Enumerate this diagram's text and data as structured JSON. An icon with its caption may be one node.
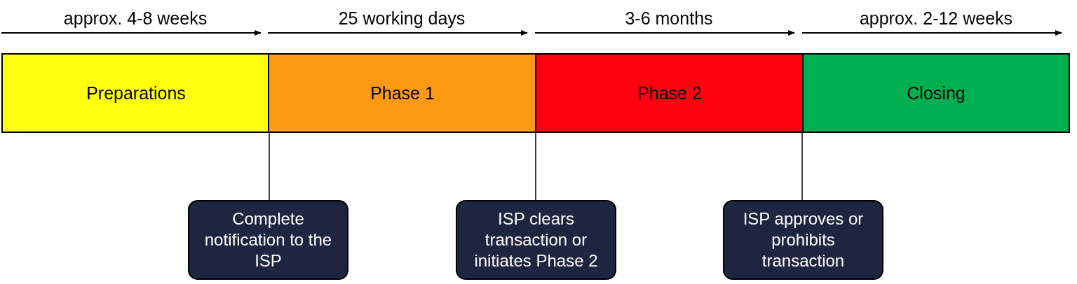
{
  "diagram": {
    "nodes": [
      {
        "text": [
          "Preparations"
        ],
        "beside": [
          "approx. 4-8 weeks"
        ]
      },
      {
        "text": [
          "Phase 1"
        ],
        "beside": [
          "25 working days"
        ]
      },
      {
        "text": [
          "Phase 2"
        ],
        "beside": [
          "3-6 months"
        ]
      },
      {
        "text": [
          "Closing"
        ],
        "beside": [
          "approx. 2-12 weeks"
        ]
      },
      {
        "text": [
          "Complete notification to the ISP"
        ]
      },
      {
        "text": [
          "ISP clears transaction or initiates Phase 2"
        ]
      },
      {
        "text": [
          "ISP approves or prohibits transaction"
        ]
      }
    ],
    "edges": [
      {
        "from": 4,
        "to": 0,
        "arrow": "none"
      },
      {
        "from": 5,
        "to": 1,
        "arrow": "none"
      },
      {
        "from": 6,
        "to": 3,
        "arrow": "none"
      }
    ]
  }
}
